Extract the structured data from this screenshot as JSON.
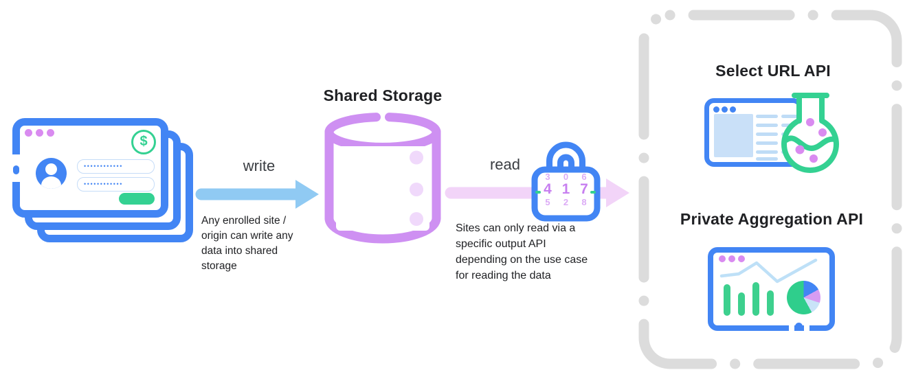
{
  "storage": {
    "title": "Shared Storage"
  },
  "flow": {
    "write": {
      "label": "write",
      "note_lines": [
        "Any enrolled site /",
        "origin can write any",
        "data into shared",
        "storage"
      ]
    },
    "read": {
      "label": "read",
      "note_lines": [
        "Sites can only read via a",
        "specific output API",
        "depending on the use case",
        "for reading the data"
      ]
    }
  },
  "enrolled_sites_card": {
    "dollar_symbol": "$",
    "password_field_1": "••••••••••••",
    "password_field_2": "••••••••••••"
  },
  "combination_lock": {
    "reels": [
      {
        "above": "3",
        "digit": "4",
        "below": "5"
      },
      {
        "above": "0",
        "digit": "1",
        "below": "2"
      },
      {
        "above": "6",
        "digit": "7",
        "below": "8"
      }
    ]
  },
  "output_panel": {
    "select_url_api": {
      "title": "Select URL API"
    },
    "private_aggregation_api": {
      "title": "Private Aggregation API"
    }
  },
  "colors": {
    "blue": "#4285F4",
    "sky_arrow": "#90CAF3",
    "pink_arrow": "#F2D4F8",
    "purple_db": "#CE90F2",
    "purple_light": "#F0D9FB",
    "orchid": "#D98BF0",
    "green": "#34D192",
    "gray_dash": "#DCDCDC",
    "ink": "#202124"
  }
}
